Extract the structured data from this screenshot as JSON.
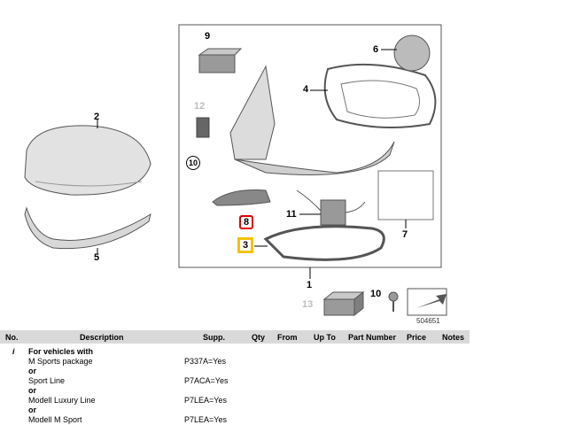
{
  "diagram": {
    "callouts": {
      "c1": "1",
      "c2": "2",
      "c3": "3",
      "c4": "4",
      "c5": "5",
      "c6": "6",
      "c7": "7",
      "c8": "8",
      "c9": "9",
      "c10": "10",
      "c11": "11",
      "c12": "12",
      "c13": "13",
      "c10b": "10"
    },
    "ref_number": "504651"
  },
  "table": {
    "headers": {
      "no": "No.",
      "description": "Description",
      "supp": "Supp.",
      "qty": "Qty",
      "from": "From",
      "upto": "Up To",
      "part": "Part Number",
      "price": "Price",
      "notes": "Notes"
    },
    "info_marker": "i",
    "lines": [
      {
        "desc": "For vehicles with",
        "supp": "",
        "bold": true
      },
      {
        "desc": "M Sports package",
        "supp": "P337A=Yes",
        "bold": false
      },
      {
        "desc": "or",
        "supp": "",
        "bold": true
      },
      {
        "desc": "Sport Line",
        "supp": "P7ACA=Yes",
        "bold": false
      },
      {
        "desc": "or",
        "supp": "",
        "bold": true
      },
      {
        "desc": "Modell Luxury Line",
        "supp": "P7LEA=Yes",
        "bold": false
      },
      {
        "desc": "or",
        "supp": "",
        "bold": true
      },
      {
        "desc": "Modell M Sport",
        "supp": "P7LEA=Yes",
        "bold": false
      }
    ]
  }
}
